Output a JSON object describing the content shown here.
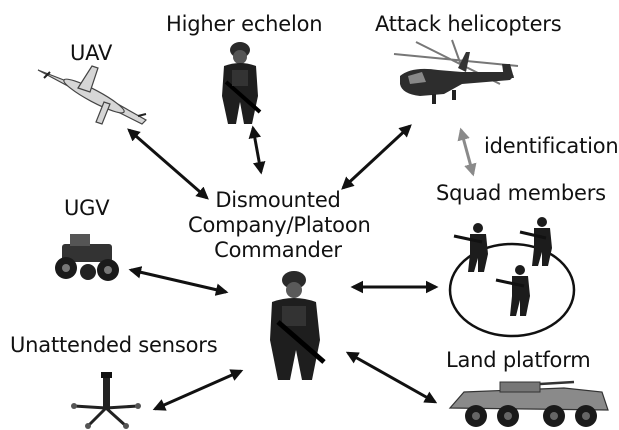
{
  "nodes": {
    "uav": {
      "label": "UAV",
      "icon": "uav-drone-icon"
    },
    "higher_echelon": {
      "label": "Higher echelon",
      "icon": "soldier-icon"
    },
    "attack_helicopters": {
      "label": "Attack helicopters",
      "icon": "attack-helicopter-icon"
    },
    "identification": {
      "label": "identification"
    },
    "squad_members": {
      "label": "Squad members",
      "icon": "squad-soldiers-icon"
    },
    "ugv": {
      "label": "UGV",
      "icon": "ugv-robot-icon"
    },
    "commander": {
      "label_lines": [
        "Dismounted",
        "Company/Platoon",
        "Commander"
      ],
      "icon": "commander-soldier-icon"
    },
    "unattended_sensors": {
      "label": "Unattended sensors",
      "icon": "sensor-icon"
    },
    "land_platform": {
      "label": "Land platform",
      "icon": "armored-vehicle-icon"
    }
  },
  "colors": {
    "link_arrow": "#111111",
    "identification_arrow": "#8a8a8a"
  }
}
